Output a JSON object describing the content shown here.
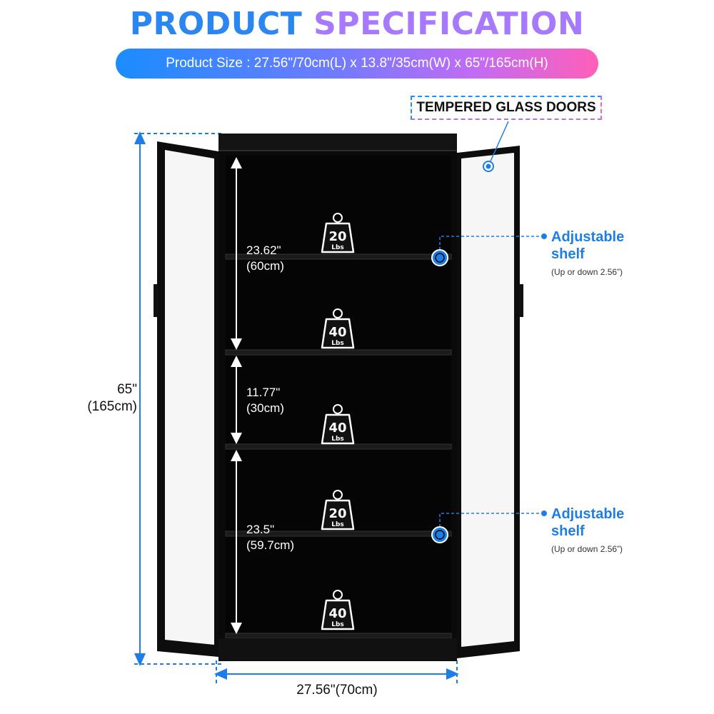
{
  "header": {
    "title_part1": "PRODUCT ",
    "title_part2": "SPECIFICATION",
    "size_text": "Product Size : 27.56\"/70cm(L) x 13.8\"/35cm(W) x 65\"/165cm(H)"
  },
  "callouts": {
    "glass_doors": "TEMPERED GLASS DOORS",
    "adjustable_top": {
      "title_line1": "Adjustable",
      "title_line2": "shelf",
      "note": "(Up or down 2.56”)"
    },
    "adjustable_bottom": {
      "title_line1": "Adjustable",
      "title_line2": "shelf",
      "note": "(Up or down 2.56”)"
    }
  },
  "dimensions": {
    "height_in": "65\"",
    "height_cm": "(165cm)",
    "width": "27.56\"(70cm)",
    "section_top_in": "23.62\"",
    "section_top_cm": "(60cm)",
    "section_mid_in": "11.77\"",
    "section_mid_cm": "(30cm)",
    "section_bottom_in": "23.5\"",
    "section_bottom_cm": "(59.7cm)"
  },
  "weights": [
    {
      "value": "20",
      "unit": "Lbs"
    },
    {
      "value": "40",
      "unit": "Lbs"
    },
    {
      "value": "40",
      "unit": "Lbs"
    },
    {
      "value": "20",
      "unit": "Lbs"
    },
    {
      "value": "40",
      "unit": "Lbs"
    }
  ],
  "colors": {
    "accent_blue": "#1e7ee8",
    "pink": "#ff5fb8",
    "cabinet": "#0d0d0d"
  }
}
